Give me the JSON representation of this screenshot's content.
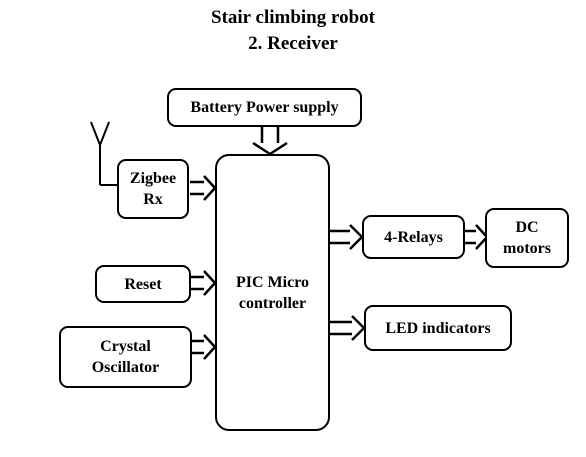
{
  "title": {
    "line1": "Stair climbing robot",
    "line2": "2. Receiver"
  },
  "blocks": {
    "battery": {
      "label": "Battery Power supply"
    },
    "zigbee": {
      "line1": "Zigbee",
      "line2": "Rx"
    },
    "reset": {
      "label": "Reset"
    },
    "crystal": {
      "line1": "Crystal",
      "line2": "Oscillator"
    },
    "pic": {
      "line1": "PIC Micro",
      "line2": "controller"
    },
    "relays": {
      "label": "4-Relays"
    },
    "dc_motors": {
      "line1": "DC",
      "line2": "motors"
    },
    "led": {
      "label": "LED indicators"
    }
  }
}
